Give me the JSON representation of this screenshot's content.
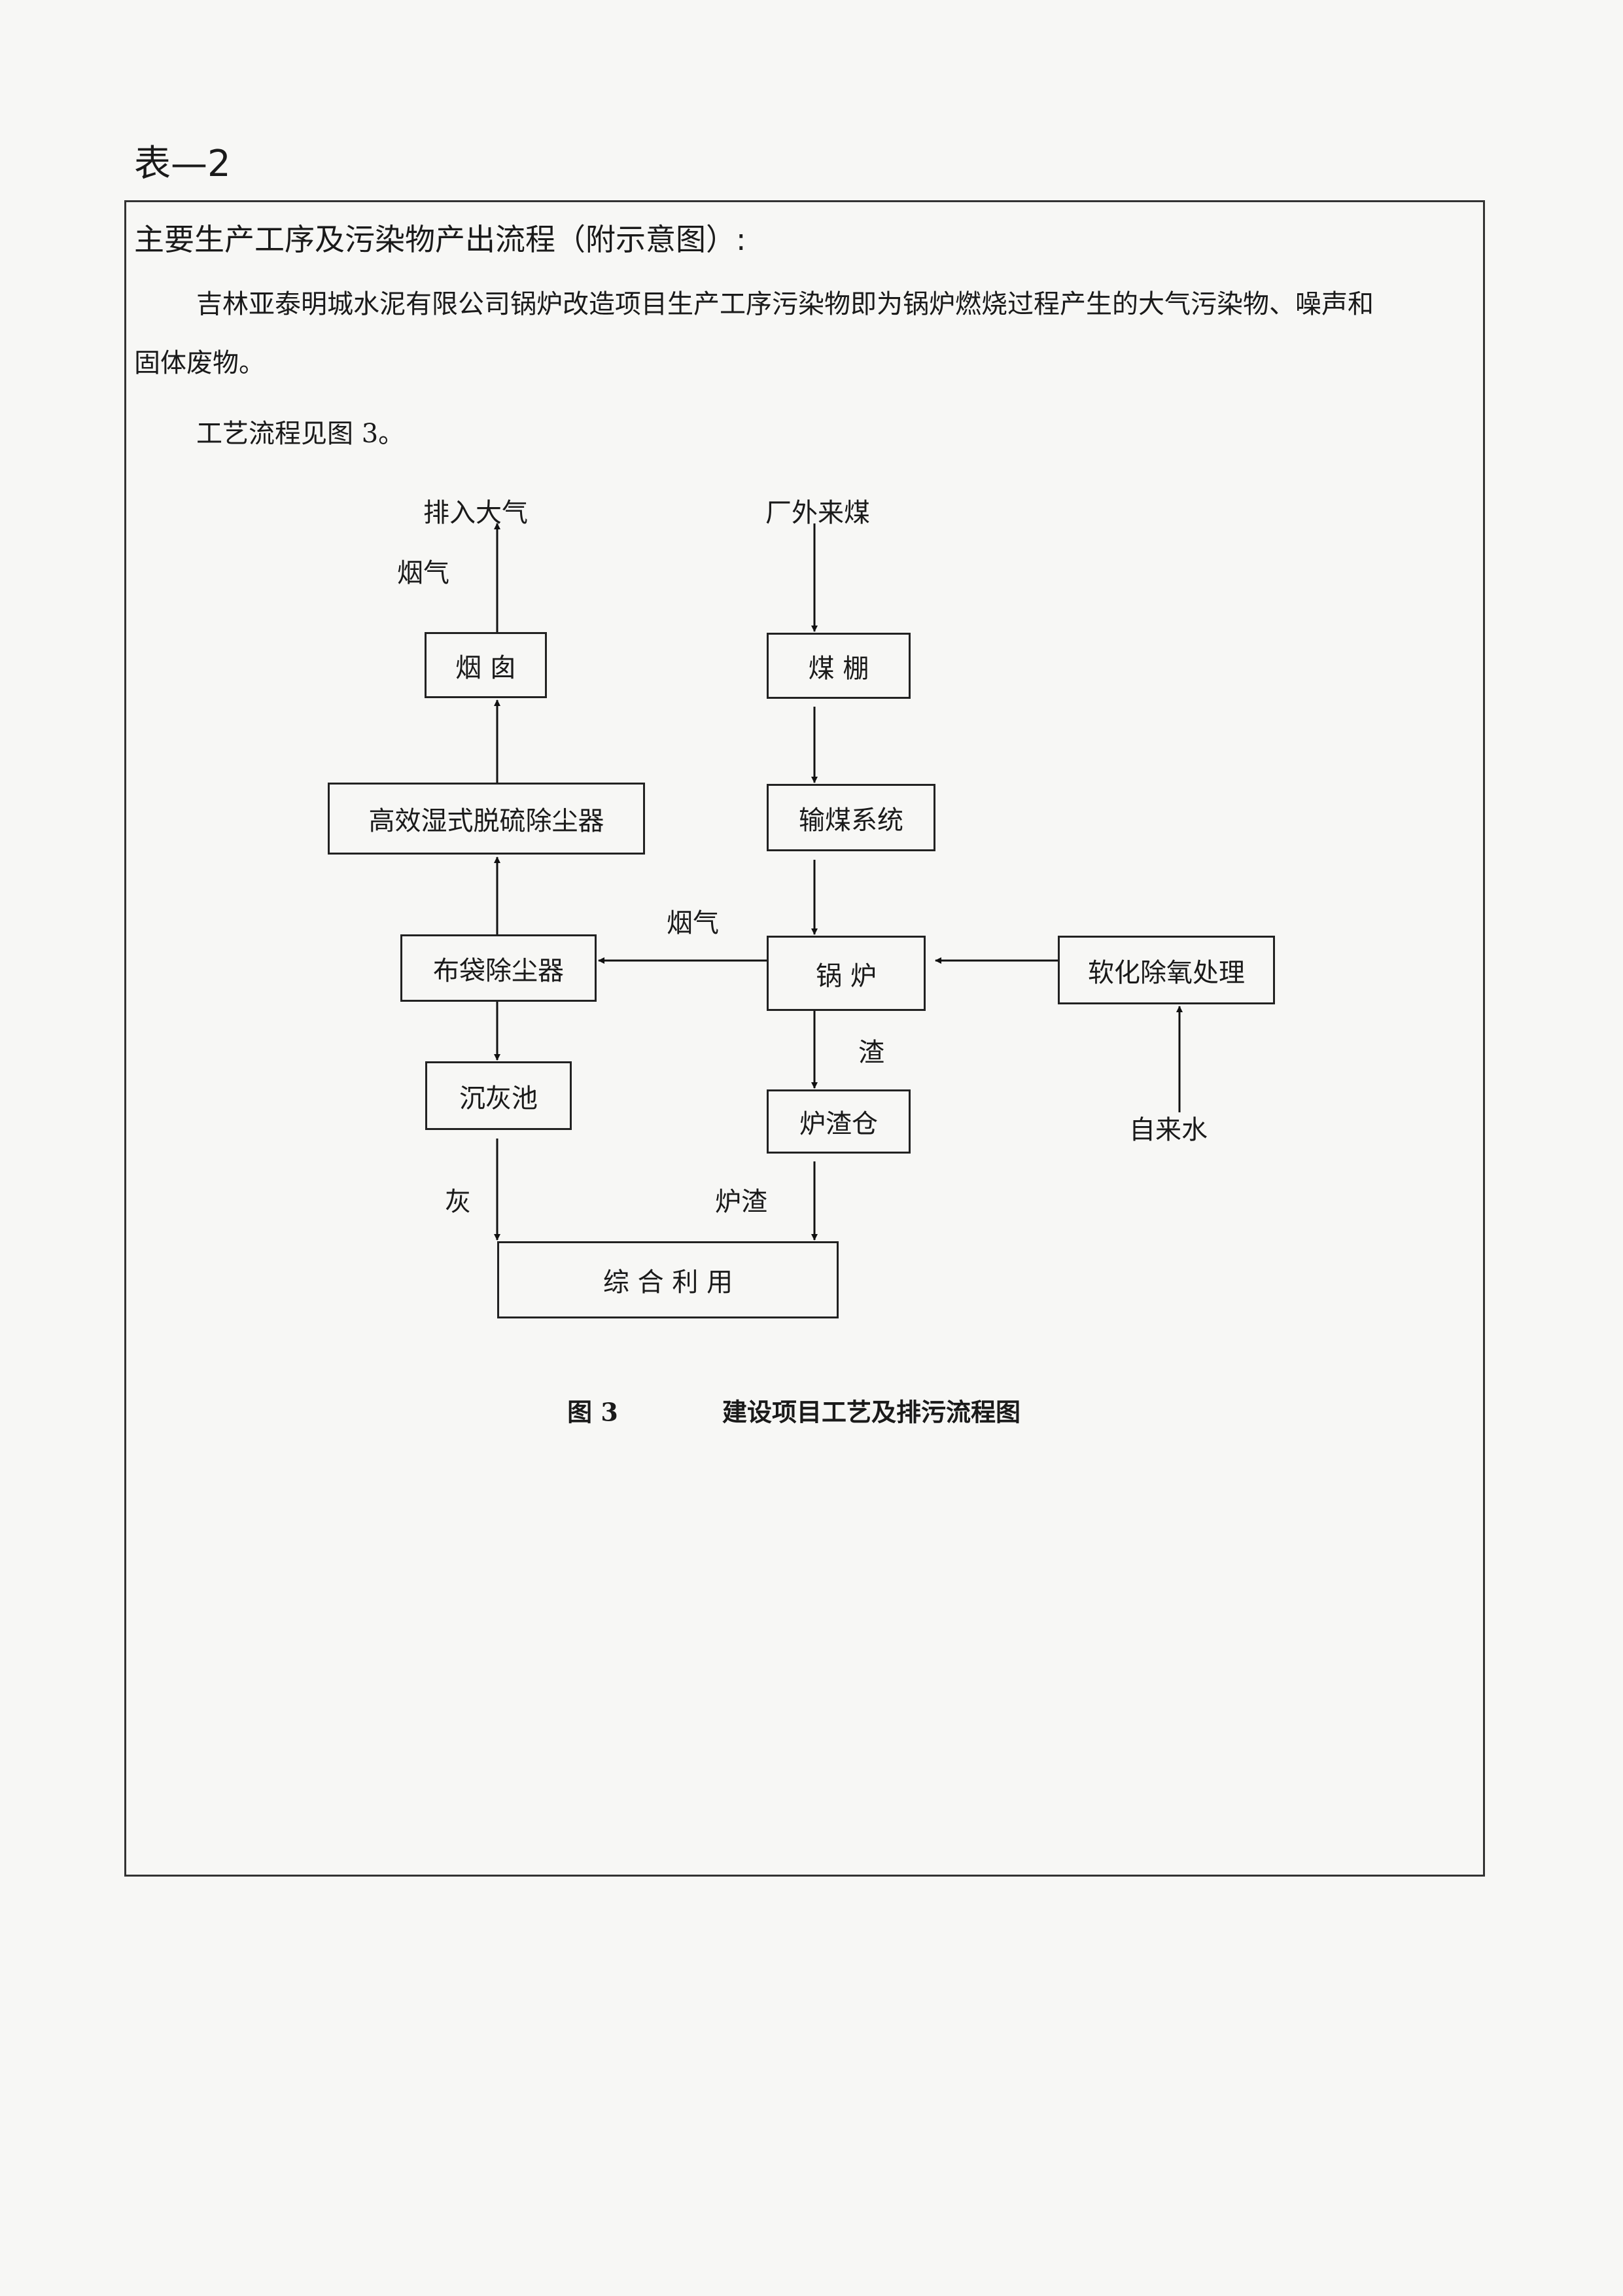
{
  "header": {
    "table_no": "表—2"
  },
  "section": {
    "title": "主要生产工序及污染物产出流程（附示意图）:",
    "paragraph_line1": "吉林亚泰明城水泥有限公司锅炉改造项目生产工序污染物即为锅炉燃烧过程产生的大气污染物、噪声和",
    "paragraph_line2": "固体废物。",
    "paragraph2": "工艺流程见图 3。"
  },
  "diagram": {
    "boxes": {
      "chimney": "烟  囱",
      "desulfurizer": "高效湿式脱硫除尘器",
      "bag_filter": "布袋除尘器",
      "ash_pool": "沉灰池",
      "utilization": "综  合  利  用",
      "coal_shed": "煤   棚",
      "coal_conveyor": "输煤系统",
      "boiler": "锅      炉",
      "slag_bin": "炉渣仓",
      "softening": "软化除氧处理"
    },
    "labels": {
      "to_atmosphere": "排入大气",
      "external_coal": "厂外来煤",
      "flue_gas_top": "烟气",
      "flue_gas_mid": "烟气",
      "slag": "渣",
      "tap_water": "自来水",
      "ash": "灰",
      "furnace_slag": "炉渣"
    }
  },
  "caption": {
    "number": "图 3",
    "title": "建设项目工艺及排污流程图"
  }
}
